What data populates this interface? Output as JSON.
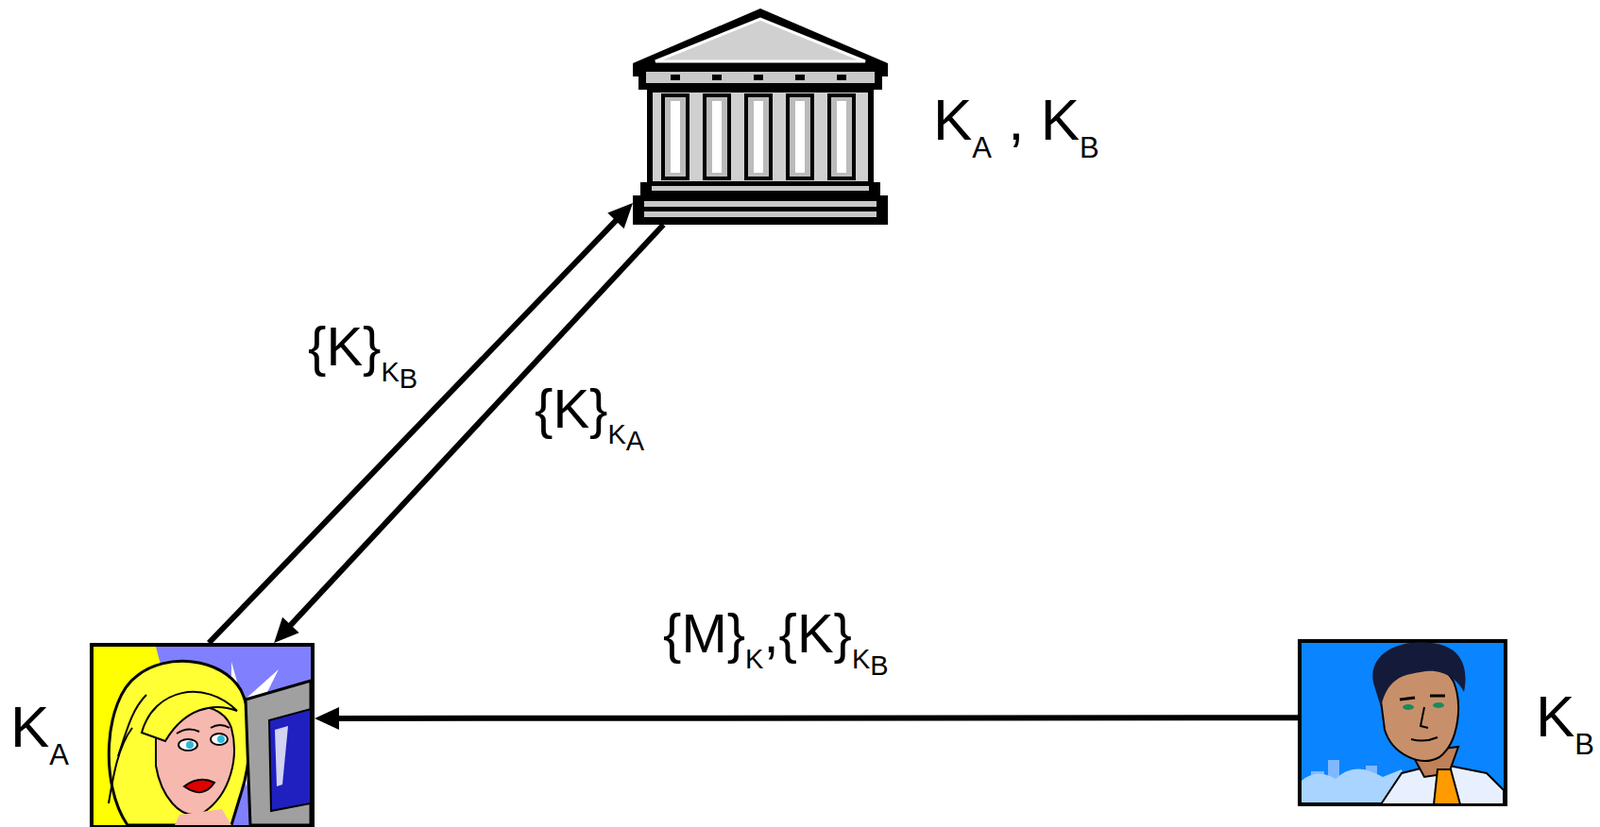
{
  "diagram": {
    "nodes": [
      {
        "text": [
          "KA , KB"
        ]
      },
      {
        "text": [
          "KA"
        ]
      },
      {
        "text": [
          "KB"
        ]
      }
    ],
    "edges": [
      {
        "from": 1,
        "to": 0,
        "arrow": "to",
        "label": "{K}KB"
      },
      {
        "from": 0,
        "to": 1,
        "arrow": "to",
        "label": "{K}KA"
      },
      {
        "from": 2,
        "to": 1,
        "arrow": "to",
        "label": "{M}K,{K}KB"
      }
    ]
  }
}
